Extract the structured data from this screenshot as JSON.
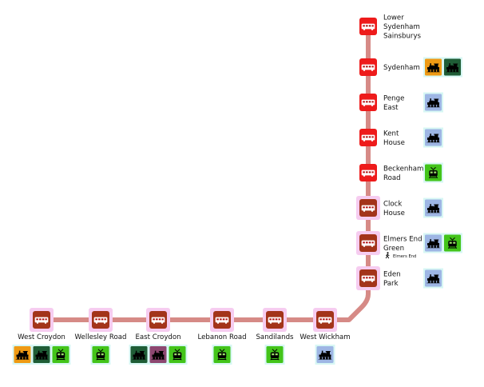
{
  "colors": {
    "route": "#d68a86",
    "stop_bus": "#ee1b1b",
    "stop_tram": "#a3341a",
    "stop_halo": "#f6ccf0",
    "orange": "#ef9a14",
    "dark_green": "#1f5d36",
    "green": "#43c41a",
    "light_blue": "#9eb6e4",
    "purple": "#8c4770",
    "halo_cyan": "#d7f7f4"
  },
  "stops": [
    {
      "id": "lower-sydenham",
      "lines": [
        "Lower",
        "Sydenham",
        "Sainsburys"
      ],
      "kind": "bus",
      "modes": []
    },
    {
      "id": "sydenham",
      "lines": [
        "Sydenham"
      ],
      "kind": "bus",
      "modes": [
        {
          "icon": "train-icon",
          "color": "orange"
        },
        {
          "icon": "train-icon",
          "color": "dark_green"
        }
      ]
    },
    {
      "id": "penge-east",
      "lines": [
        "Penge",
        "East"
      ],
      "kind": "bus",
      "modes": [
        {
          "icon": "train-icon",
          "color": "light_blue"
        }
      ]
    },
    {
      "id": "kent-house",
      "lines": [
        "Kent",
        "House"
      ],
      "kind": "bus",
      "modes": [
        {
          "icon": "train-icon",
          "color": "light_blue"
        }
      ]
    },
    {
      "id": "beckenham-road",
      "lines": [
        "Beckenham",
        "Road"
      ],
      "kind": "bus",
      "modes": [
        {
          "icon": "tram-icon",
          "color": "green"
        }
      ]
    },
    {
      "id": "clock-house",
      "lines": [
        "Clock",
        "House"
      ],
      "kind": "tram",
      "modes": [
        {
          "icon": "train-icon",
          "color": "light_blue"
        }
      ]
    },
    {
      "id": "elmers-end-green",
      "lines": [
        "Elmers End",
        "Green"
      ],
      "kind": "tram",
      "walk": "Elmers End",
      "modes": [
        {
          "icon": "train-icon",
          "color": "light_blue"
        },
        {
          "icon": "tram-icon",
          "color": "green"
        }
      ]
    },
    {
      "id": "eden-park",
      "lines": [
        "Eden",
        "Park"
      ],
      "kind": "tram",
      "modes": [
        {
          "icon": "train-icon",
          "color": "light_blue"
        }
      ]
    },
    {
      "id": "west-wickham",
      "lines": [
        "West Wickham"
      ],
      "kind": "tram",
      "modes": [
        {
          "icon": "train-icon",
          "color": "light_blue"
        }
      ]
    },
    {
      "id": "sandilands",
      "lines": [
        "Sandilands"
      ],
      "kind": "tram",
      "modes": [
        {
          "icon": "tram-icon",
          "color": "green"
        }
      ]
    },
    {
      "id": "lebanon-road",
      "lines": [
        "Lebanon Road"
      ],
      "kind": "tram",
      "modes": [
        {
          "icon": "tram-icon",
          "color": "green"
        }
      ]
    },
    {
      "id": "east-croydon",
      "lines": [
        "East Croydon"
      ],
      "kind": "tram",
      "modes": [
        {
          "icon": "train-icon",
          "color": "dark_green"
        },
        {
          "icon": "train-icon",
          "color": "purple"
        },
        {
          "icon": "tram-icon",
          "color": "green"
        }
      ]
    },
    {
      "id": "wellesley-road",
      "lines": [
        "Wellesley Road"
      ],
      "kind": "tram",
      "modes": [
        {
          "icon": "tram-icon",
          "color": "green"
        }
      ]
    },
    {
      "id": "west-croydon",
      "lines": [
        "West Croydon"
      ],
      "kind": "tram",
      "modes": [
        {
          "icon": "train-icon",
          "color": "orange"
        },
        {
          "icon": "train-icon",
          "color": "dark_green"
        },
        {
          "icon": "tram-icon",
          "color": "green"
        }
      ]
    }
  ]
}
